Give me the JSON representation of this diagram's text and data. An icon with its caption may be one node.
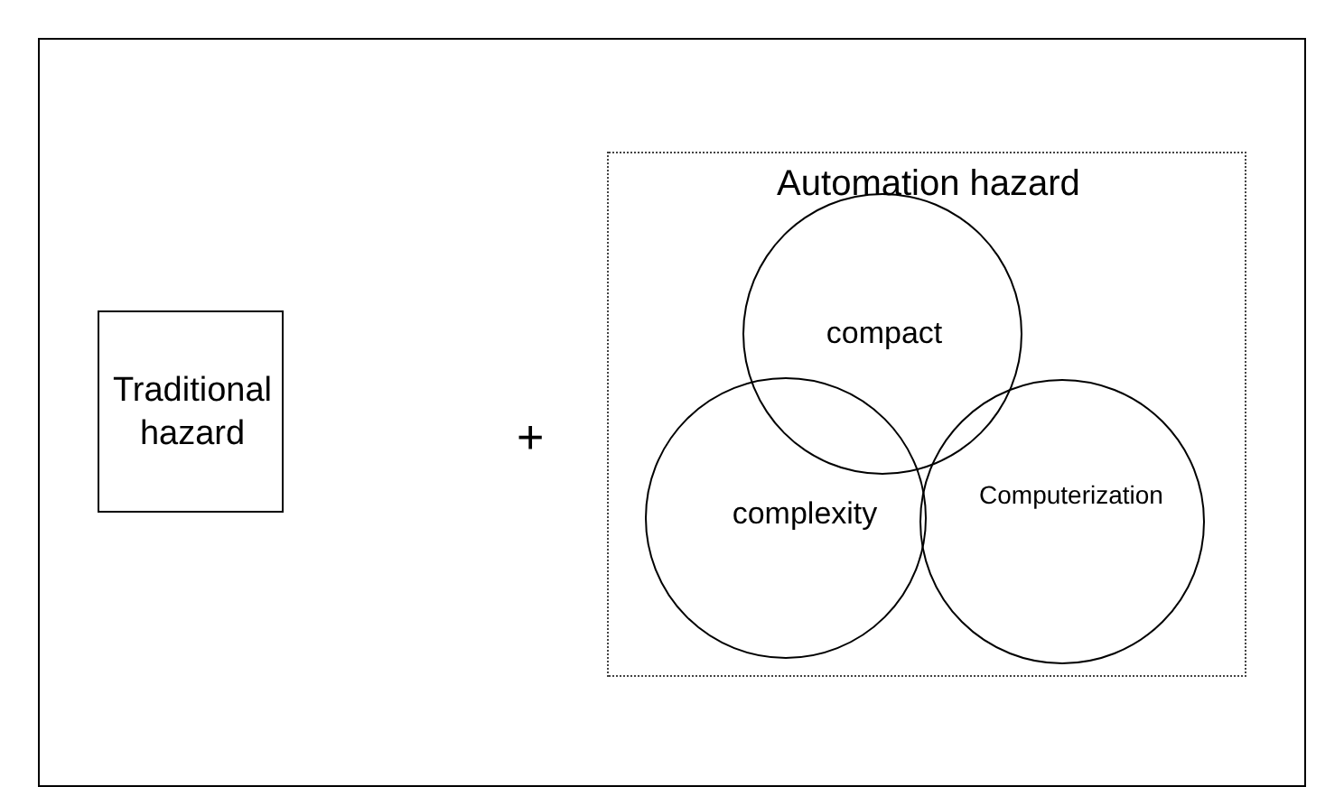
{
  "diagram": {
    "nodes": [
      {
        "text": [
          "Traditional hazard"
        ]
      },
      {
        "text": [
          "Automation hazard"
        ]
      },
      {
        "text": [
          "compact"
        ],
        "in": 1
      },
      {
        "text": [
          "complexity"
        ],
        "in": 1
      },
      {
        "text": [
          "Computerization"
        ],
        "in": 1
      }
    ],
    "labels": [
      "+"
    ]
  }
}
